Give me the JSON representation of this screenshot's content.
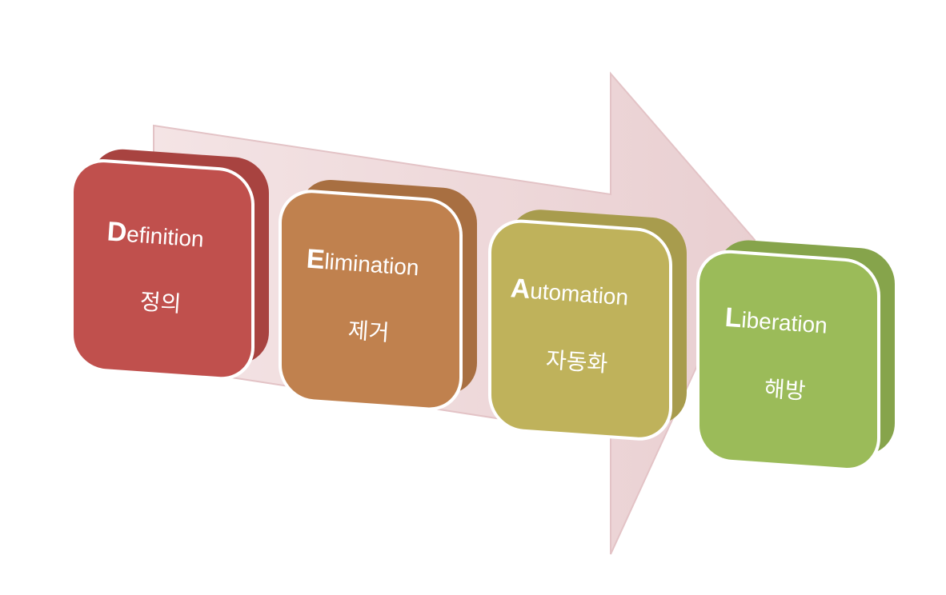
{
  "diagram": {
    "arrow_color": "#ecd4d6",
    "arrow_edge_color": "#e3c3c6",
    "steps": [
      {
        "initial": "D",
        "rest": "efinition",
        "korean": "정의",
        "color": "#c0504d",
        "side_color": "#a84340"
      },
      {
        "initial": "E",
        "rest": "limination",
        "korean": "제거",
        "color": "#c0814e",
        "side_color": "#a86f41"
      },
      {
        "initial": "A",
        "rest": "utomation",
        "korean": "자동화",
        "color": "#bfb25b",
        "side_color": "#a89c4d"
      },
      {
        "initial": "L",
        "rest": "iberation",
        "korean": "해방",
        "color": "#9bbb59",
        "side_color": "#86a44b"
      }
    ]
  }
}
